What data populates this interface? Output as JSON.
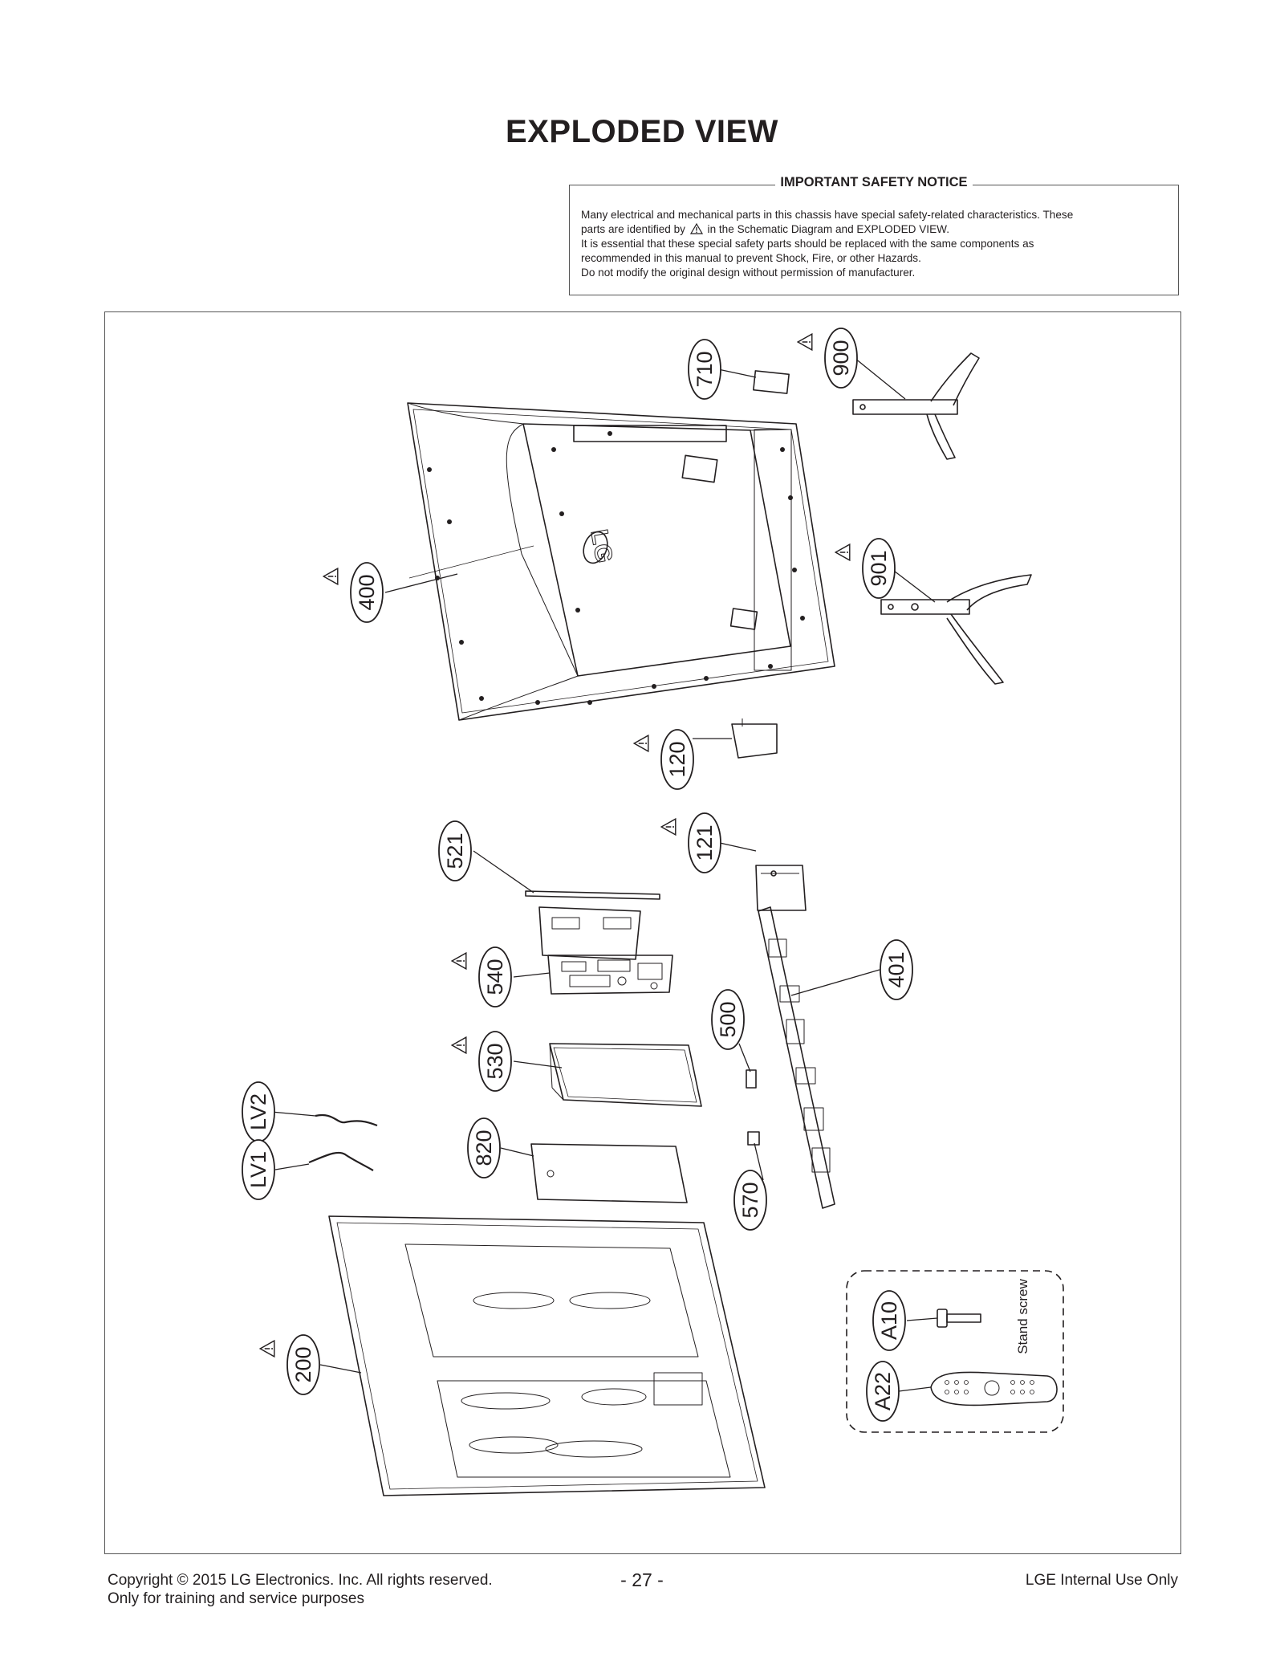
{
  "page": {
    "title": "EXPLODED VIEW"
  },
  "notice": {
    "heading": "IMPORTANT SAFETY NOTICE",
    "line1": "Many electrical and mechanical parts in this chassis have special safety-related characteristics. These",
    "line2_pre": "parts are identified by",
    "line2_post": "in the Schematic Diagram and EXPLODED VIEW.",
    "line3": "It is essential that these special safety parts should be replaced with the same components as",
    "line4": "recommended in this manual to prevent Shock, Fire, or other Hazards.",
    "line5": "Do not modify the original design without permission of manufacturer."
  },
  "parts": [
    {
      "id": "710",
      "safety": false
    },
    {
      "id": "900",
      "safety": true
    },
    {
      "id": "400",
      "safety": true
    },
    {
      "id": "901",
      "safety": true
    },
    {
      "id": "120",
      "safety": true
    },
    {
      "id": "521",
      "safety": false
    },
    {
      "id": "121",
      "safety": true
    },
    {
      "id": "540",
      "safety": true
    },
    {
      "id": "401",
      "safety": false
    },
    {
      "id": "500",
      "safety": false
    },
    {
      "id": "530",
      "safety": true
    },
    {
      "id": "LV2",
      "safety": false
    },
    {
      "id": "820",
      "safety": false
    },
    {
      "id": "LV1",
      "safety": false
    },
    {
      "id": "570",
      "safety": false
    },
    {
      "id": "200",
      "safety": true
    },
    {
      "id": "A10",
      "safety": false
    },
    {
      "id": "A22",
      "safety": false
    }
  ],
  "accessory_box": {
    "stand_screw_label": "Stand screw"
  },
  "back_cover_logo": "LG",
  "footer": {
    "copyright": "Copyright  © 2015 LG Electronics. Inc. All rights reserved.",
    "purpose": "Only for training and service purposes",
    "page_number": "- 27 -",
    "internal": "LGE Internal Use Only"
  }
}
